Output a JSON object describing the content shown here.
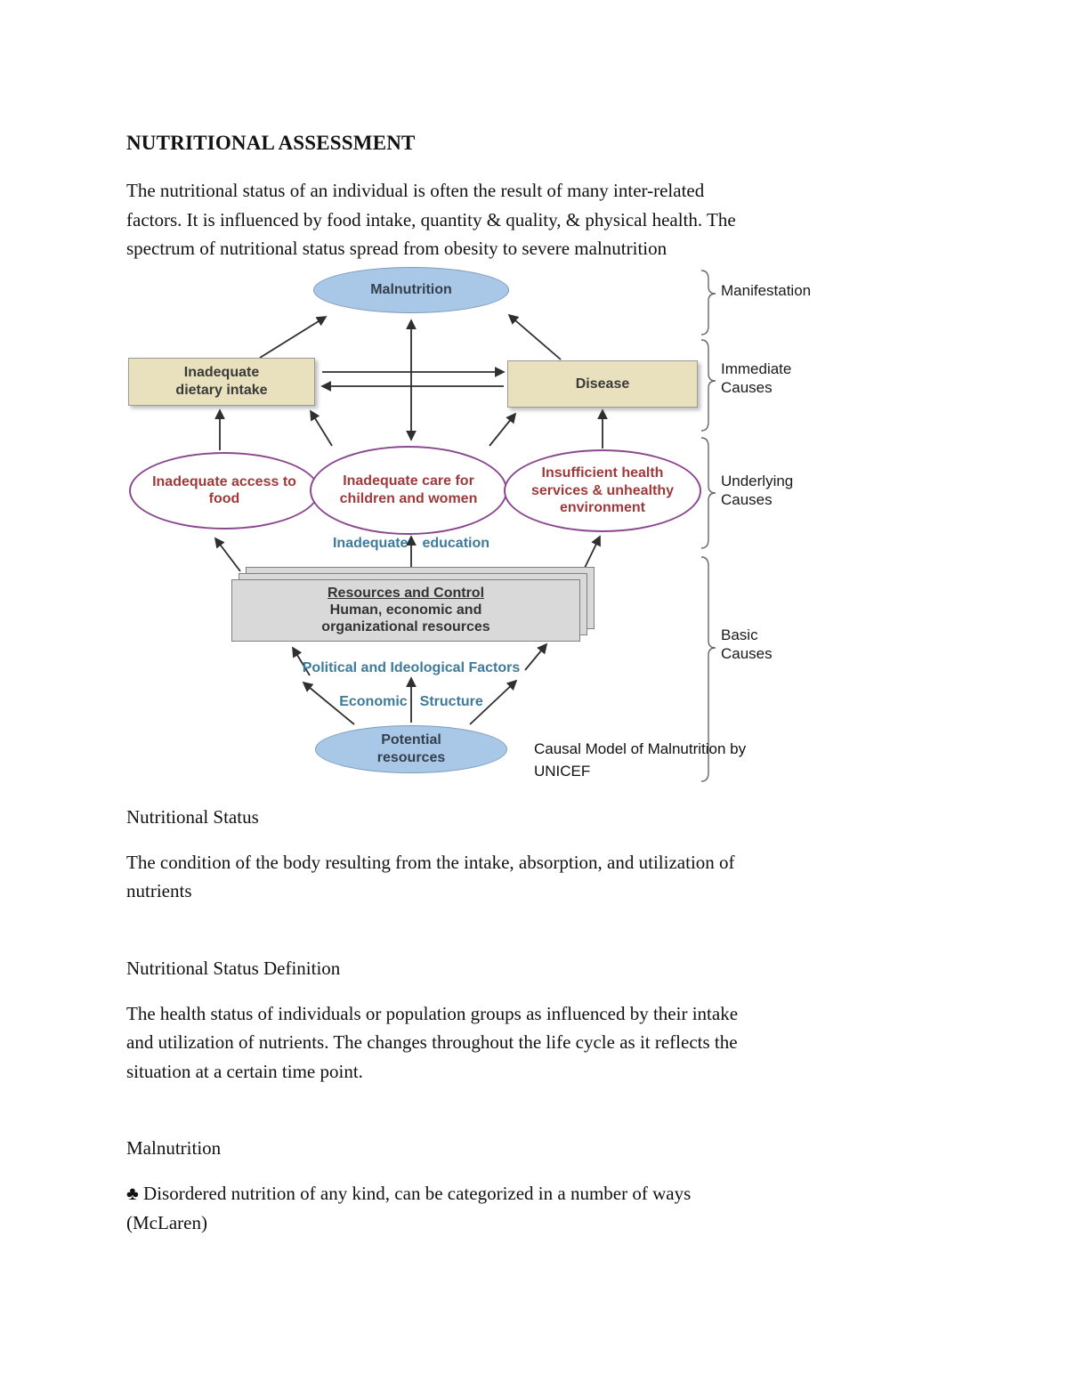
{
  "doc": {
    "title": "NUTRITIONAL ASSESSMENT",
    "intro_lines": [
      "The nutritional status of an individual is often the result of many inter-related",
      "factors. It is influenced by food intake, quantity & quality, & physical health. The",
      "spectrum of nutritional status spread from obesity to severe malnutrition"
    ],
    "sections": [
      {
        "heading": "Nutritional Status",
        "body_lines": [
          "The condition of the body resulting from the intake, absorption, and utilization of",
          "nutrients"
        ]
      },
      {
        "heading": "Nutritional Status Definition",
        "body_lines": [
          "The health status of individuals or population groups as influenced by their intake",
          "and utilization of nutrients. The changes throughout the life cycle as it reflects the",
          "situation at a certain time point."
        ]
      },
      {
        "heading": "Malnutrition",
        "body_lines": [
          "♣ Disordered nutrition of any kind, can be categorized in a number of ways",
          "(McLaren)"
        ]
      }
    ]
  },
  "diagram": {
    "caption": "Causal Model of Malnutrition by UNICEF",
    "nodes": {
      "malnutrition": "Malnutrition",
      "dietary_intake": "Inadequate dietary intake",
      "disease": "Disease",
      "access_food": "Inadequate access to food",
      "care": "Inadequate care for children and women",
      "health_services": "Insufficient health services & unhealthy environment",
      "education_left": "Inadequate",
      "education_right": "education",
      "resources_title": "Resources and Control",
      "resources_body": "Human, economic and organizational resources",
      "political": "Political and Ideological Factors",
      "economic_left": "Economic",
      "economic_right": "Structure",
      "potential": "Potential resources"
    },
    "stage_labels": {
      "manifestation": "Manifestation",
      "immediate": "Immediate Causes",
      "underlying": "Underlying Causes",
      "basic": "Basic Causes"
    },
    "colors": {
      "blue_ellipse": "#a9c7e6",
      "tan_box": "#e9e0bd",
      "purple_border": "#8b4790",
      "maroon_text": "#9e3a3a",
      "teal_text": "#3e7a99",
      "gray_box": "#d9d9d9"
    }
  }
}
